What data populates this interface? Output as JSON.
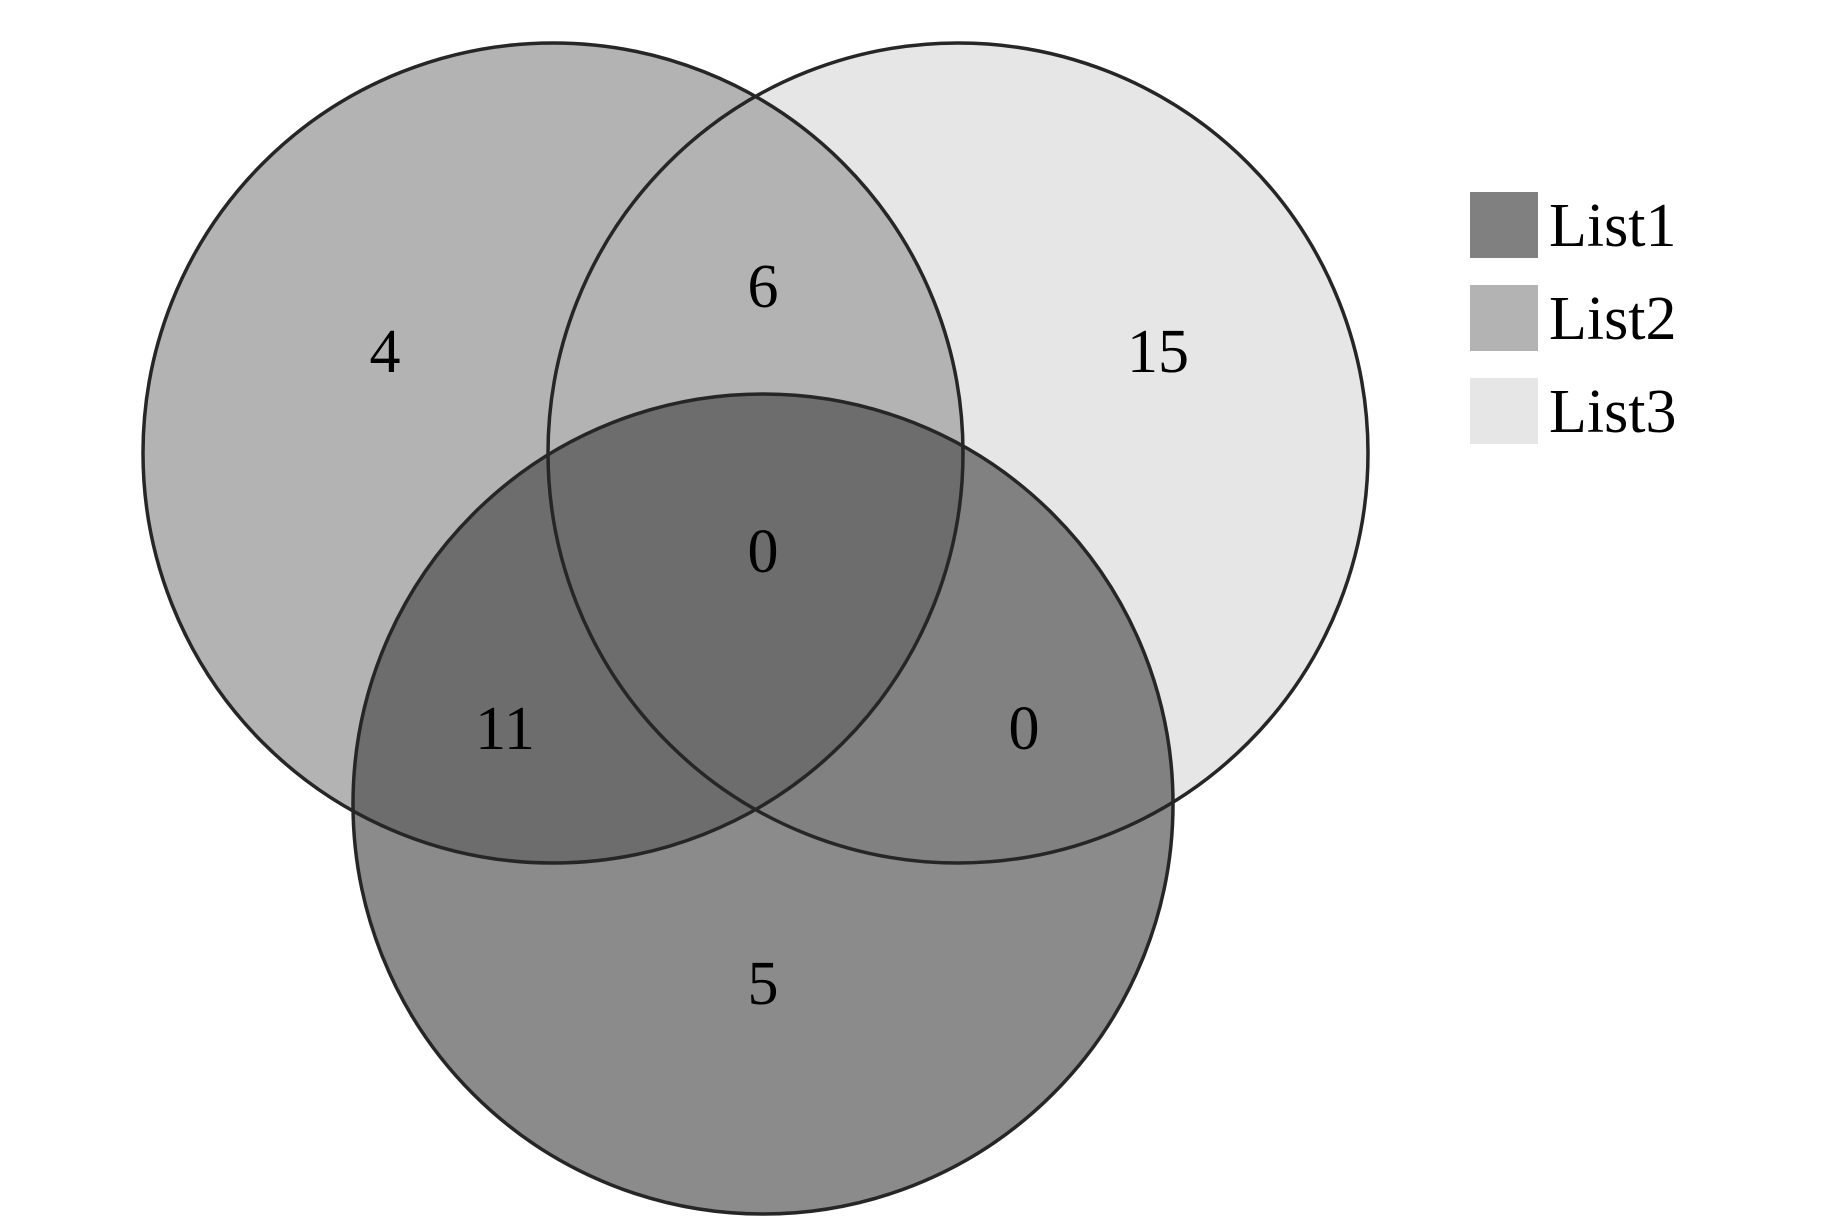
{
  "venn": {
    "sets": [
      {
        "key": "list1",
        "name": "List1",
        "color": "#808080",
        "opacity": 0.8
      },
      {
        "key": "list2",
        "name": "List2",
        "color": "#b3b3b3",
        "opacity": 1
      },
      {
        "key": "list3",
        "name": "List3",
        "color": "#e6e6e6",
        "opacity": 1
      }
    ],
    "regions": {
      "list2_only": "4",
      "list3_only": "15",
      "list1_only": "5",
      "list2_list3": "6",
      "list1_list2": "11",
      "list1_list3": "0",
      "all_three": "0"
    },
    "outline_color": "#262626"
  }
}
